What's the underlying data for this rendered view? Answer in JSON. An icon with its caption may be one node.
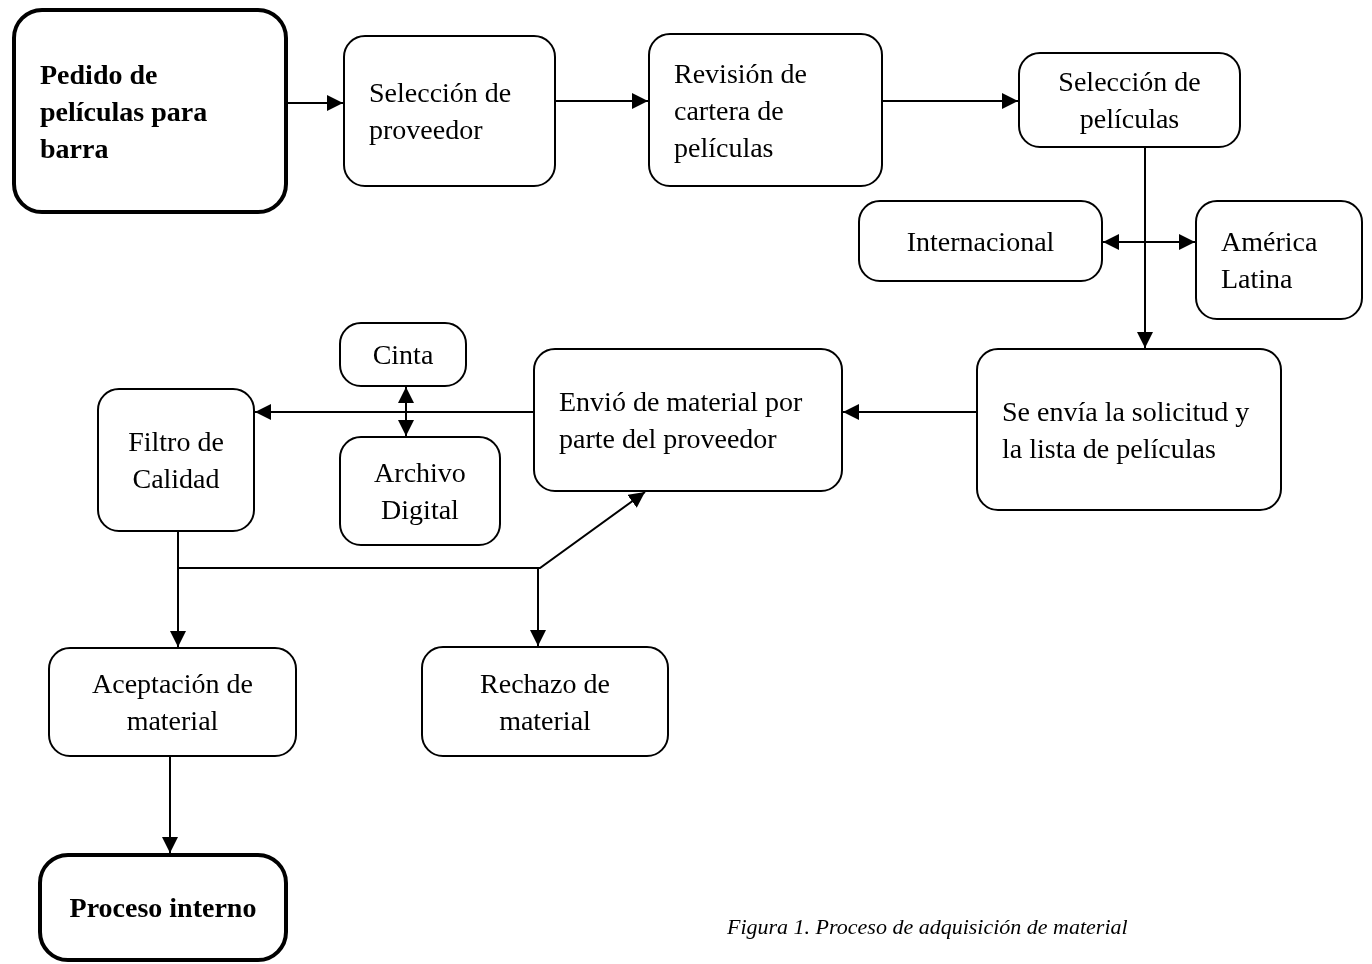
{
  "diagram": {
    "caption": "Figura 1. Proceso de adquisición de material",
    "nodes": [
      {
        "text": [
          "Pedido de películas para barra"
        ]
      },
      {
        "text": [
          "Selección de proveedor"
        ]
      },
      {
        "text": [
          "Revisión de cartera de películas"
        ]
      },
      {
        "text": [
          "Selección de películas"
        ]
      },
      {
        "text": [
          "Internacional"
        ]
      },
      {
        "text": [
          "América Latina"
        ]
      },
      {
        "text": [
          "Cinta"
        ]
      },
      {
        "text": [
          "Envió de material por parte del proveedor"
        ]
      },
      {
        "text": [
          "Se envía la solicitud y la lista de películas"
        ]
      },
      {
        "text": [
          "Filtro de Calidad"
        ]
      },
      {
        "text": [
          "Archivo Digital"
        ]
      },
      {
        "text": [
          "Aceptación de material"
        ]
      },
      {
        "text": [
          "Rechazo de material"
        ]
      },
      {
        "text": [
          "Proceso interno"
        ]
      }
    ],
    "edges": [
      {
        "from": 0,
        "to": 1,
        "arrow": "to"
      },
      {
        "from": 1,
        "to": 2,
        "arrow": "to"
      },
      {
        "from": 2,
        "to": 3,
        "arrow": "to"
      },
      {
        "from": 3,
        "to": 8,
        "arrow": "to"
      },
      {
        "from": 3,
        "to": 4,
        "arrow": "to"
      },
      {
        "from": 3,
        "to": 5,
        "arrow": "to"
      },
      {
        "from": 8,
        "to": 7,
        "arrow": "to"
      },
      {
        "from": 7,
        "to": 9,
        "arrow": "to"
      },
      {
        "from": 6,
        "to": 10,
        "arrow": "both"
      },
      {
        "from": 9,
        "to": 11,
        "arrow": "to"
      },
      {
        "from": 9,
        "to": 12,
        "arrow": "to"
      },
      {
        "from": 9,
        "to": 7,
        "arrow": "to"
      },
      {
        "from": 11,
        "to": 13,
        "arrow": "to"
      }
    ]
  }
}
